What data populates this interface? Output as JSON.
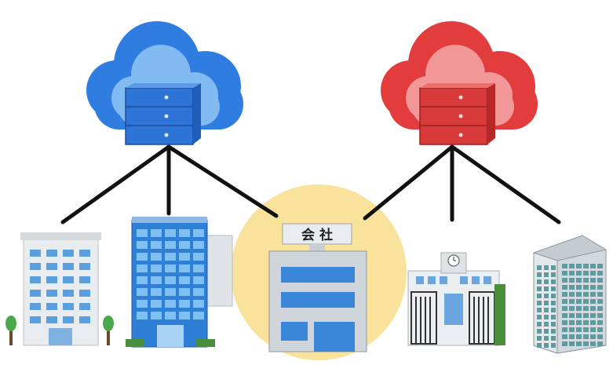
{
  "clouds": [
    {
      "name": "blue-cloud",
      "color": "#2f7de1",
      "light": "#7fb8f2",
      "server_color": "#2e74d6"
    },
    {
      "name": "red-cloud",
      "color": "#e23c3c",
      "light": "#f29a9a",
      "server_color": "#d83a3a"
    }
  ],
  "buildings": [
    {
      "name": "white-office-building"
    },
    {
      "name": "blue-glass-office-building"
    },
    {
      "name": "company-building",
      "sign_text": "会 社",
      "highlight_color": "#f9e29b"
    },
    {
      "name": "school-building"
    },
    {
      "name": "tall-condo-building"
    }
  ],
  "line_color": "#111111"
}
